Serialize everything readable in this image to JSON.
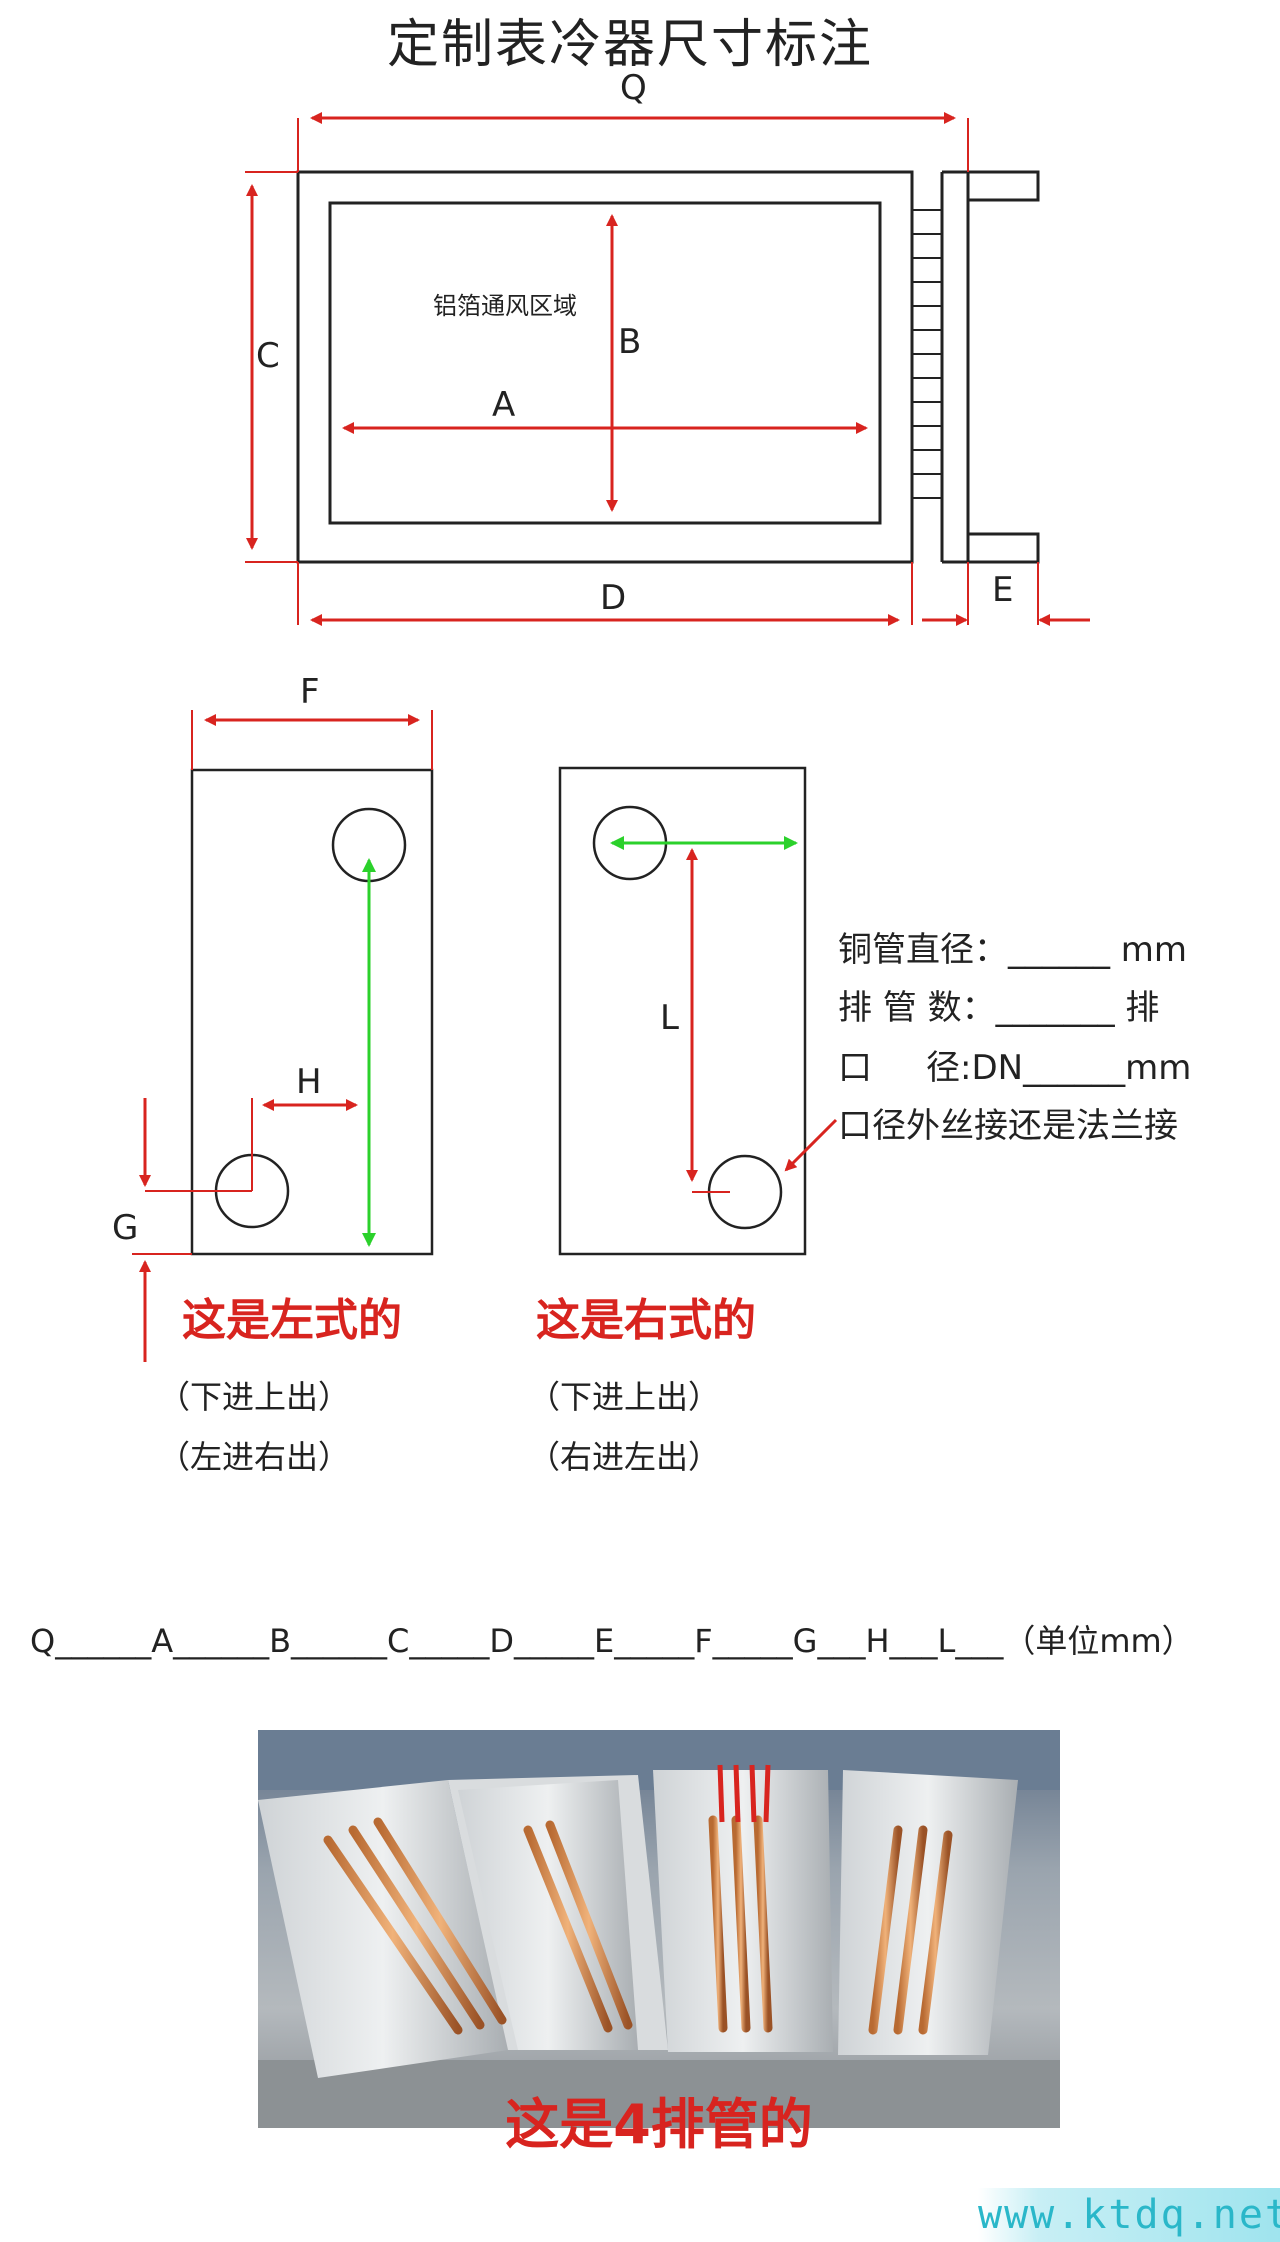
{
  "title": "定制表冷器尺寸标注",
  "dims": {
    "Q": "Q",
    "A": "A",
    "B": "B",
    "C": "C",
    "D": "D",
    "E": "E",
    "F": "F",
    "G": "G",
    "H": "H",
    "L": "L"
  },
  "fin_area_label": "铝箔通风区域",
  "left_type": {
    "title": "这是左式的",
    "line1": "（下进上出）",
    "line2": "（左进右出）"
  },
  "right_type": {
    "title": "这是右式的",
    "line1": "（下进上出）",
    "line2": "（右进左出）"
  },
  "spec": {
    "row1": "铜管直径：______ mm",
    "row2": "排 管 数：_______ 排",
    "row3": "口     径:DN______mm",
    "row4": "口径外丝接还是法兰接"
  },
  "form_line": "Q______A______B______C_____D_____E_____F_____G___H___L___（单位mm）",
  "photo_caption": "这是4排管的",
  "watermark": "www.ktdq.net",
  "colors": {
    "dim_red": "#d8241f",
    "arrow_green": "#2bd12b",
    "line_black": "#222222"
  }
}
